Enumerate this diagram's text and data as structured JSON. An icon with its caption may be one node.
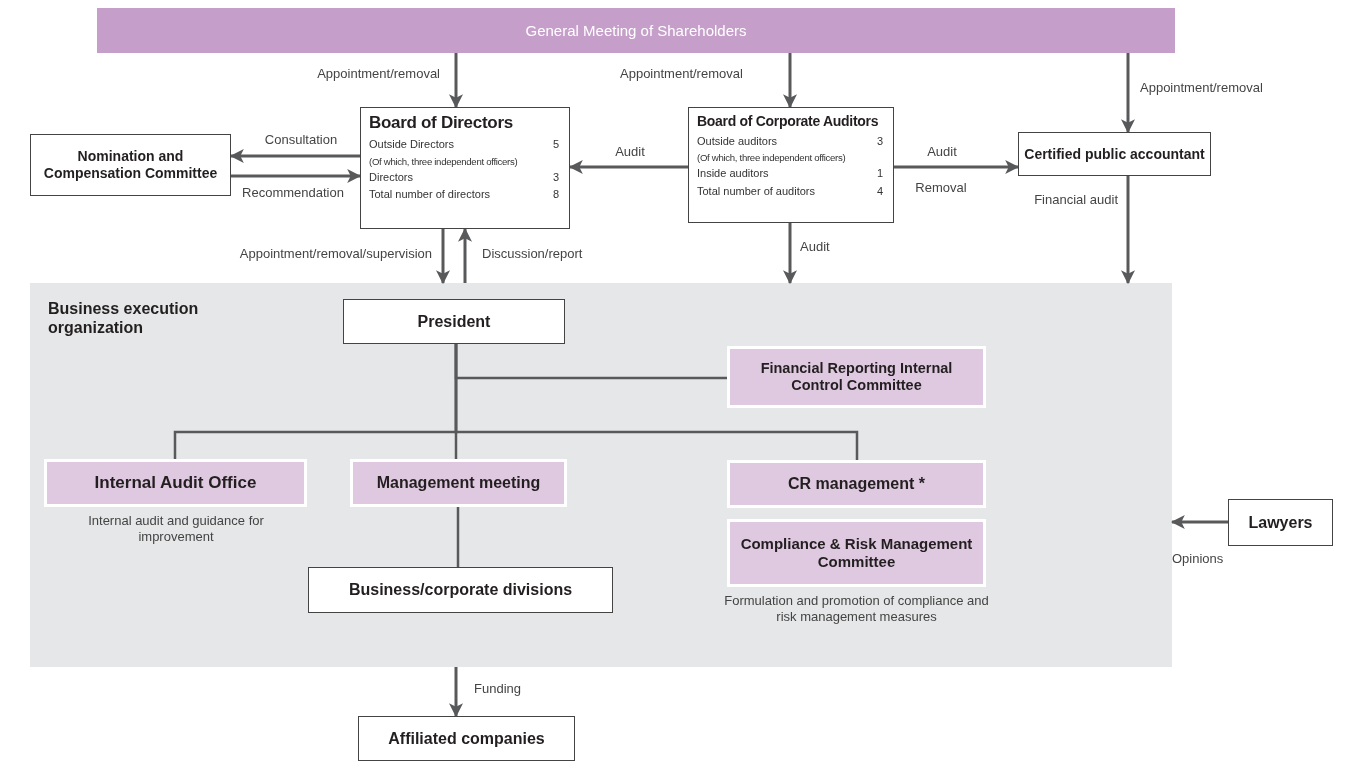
{
  "diagram": {
    "nodes": [
      {
        "text": [
          "General Meeting of Shareholders"
        ]
      },
      {
        "text": [
          "Nomination and Compensation Committee"
        ]
      },
      {
        "text": [
          "Board of Directors",
          "Outside Directors",
          "5",
          "(Of which, three independent officers)",
          "Directors",
          "3",
          "Total number of directors",
          "8"
        ]
      },
      {
        "text": [
          "Board of Corporate Auditors",
          "Outside auditors",
          "3",
          "(Of which, three independent officers)",
          "Inside auditors",
          "1",
          "Total number of auditors",
          "4"
        ]
      },
      {
        "text": [
          "Certified public accountant"
        ]
      },
      {
        "text": [
          "Business execution organization"
        ]
      },
      {
        "text": [
          "President"
        ],
        "in": 5
      },
      {
        "text": [
          "Financial Reporting Internal Control Committee"
        ],
        "in": 5
      },
      {
        "text": [
          "Internal Audit Office"
        ],
        "in": 5,
        "beside": [
          "Internal audit and guidance for improvement"
        ]
      },
      {
        "text": [
          "Management meeting"
        ],
        "in": 5
      },
      {
        "text": [
          "CR management *"
        ],
        "in": 5
      },
      {
        "text": [
          "Compliance & Risk Management Committee"
        ],
        "in": 5,
        "beside": [
          "Formulation and promotion of compliance and risk management measures"
        ]
      },
      {
        "text": [
          "Business/corporate divisions"
        ],
        "in": 5
      },
      {
        "text": [
          "Lawyers"
        ]
      },
      {
        "text": [
          "Affiliated companies"
        ]
      }
    ],
    "edges": [
      {
        "from": 0,
        "to": 2,
        "arrow": "to",
        "label": "Appointment/removal"
      },
      {
        "from": 0,
        "to": 3,
        "arrow": "to",
        "label": "Appointment/removal"
      },
      {
        "from": 0,
        "to": 4,
        "arrow": "to",
        "label": "Appointment/removal"
      },
      {
        "from": 2,
        "to": 1,
        "arrow": "to",
        "label": "Consultation"
      },
      {
        "from": 1,
        "to": 2,
        "arrow": "to",
        "label": "Recommendation"
      },
      {
        "from": 3,
        "to": 2,
        "arrow": "to",
        "label": "Audit"
      },
      {
        "from": 3,
        "to": 4,
        "arrow": "to",
        "label": "Audit"
      },
      {
        "from": 2,
        "to": 5,
        "arrow": "to",
        "label": "Appointment/removal/supervision"
      },
      {
        "from": 5,
        "to": 2,
        "arrow": "to",
        "label": "Discussion/report"
      },
      {
        "from": 3,
        "to": 5,
        "arrow": "to",
        "label": "Audit"
      },
      {
        "from": 4,
        "to": 5,
        "arrow": "to",
        "label": "Financial audit"
      },
      {
        "from": 13,
        "to": 5,
        "arrow": "to",
        "label": "Opinions"
      },
      {
        "from": 5,
        "to": 14,
        "arrow": "to",
        "label": "Funding"
      },
      {
        "from": 6,
        "to": 7,
        "arrow": "none"
      },
      {
        "from": 6,
        "to": 8,
        "arrow": "none"
      },
      {
        "from": 6,
        "to": 9,
        "arrow": "none"
      },
      {
        "from": 6,
        "to": 10,
        "arrow": "none"
      },
      {
        "from": 9,
        "to": 12,
        "arrow": "none"
      }
    ],
    "labels": [
      "Removal"
    ]
  }
}
